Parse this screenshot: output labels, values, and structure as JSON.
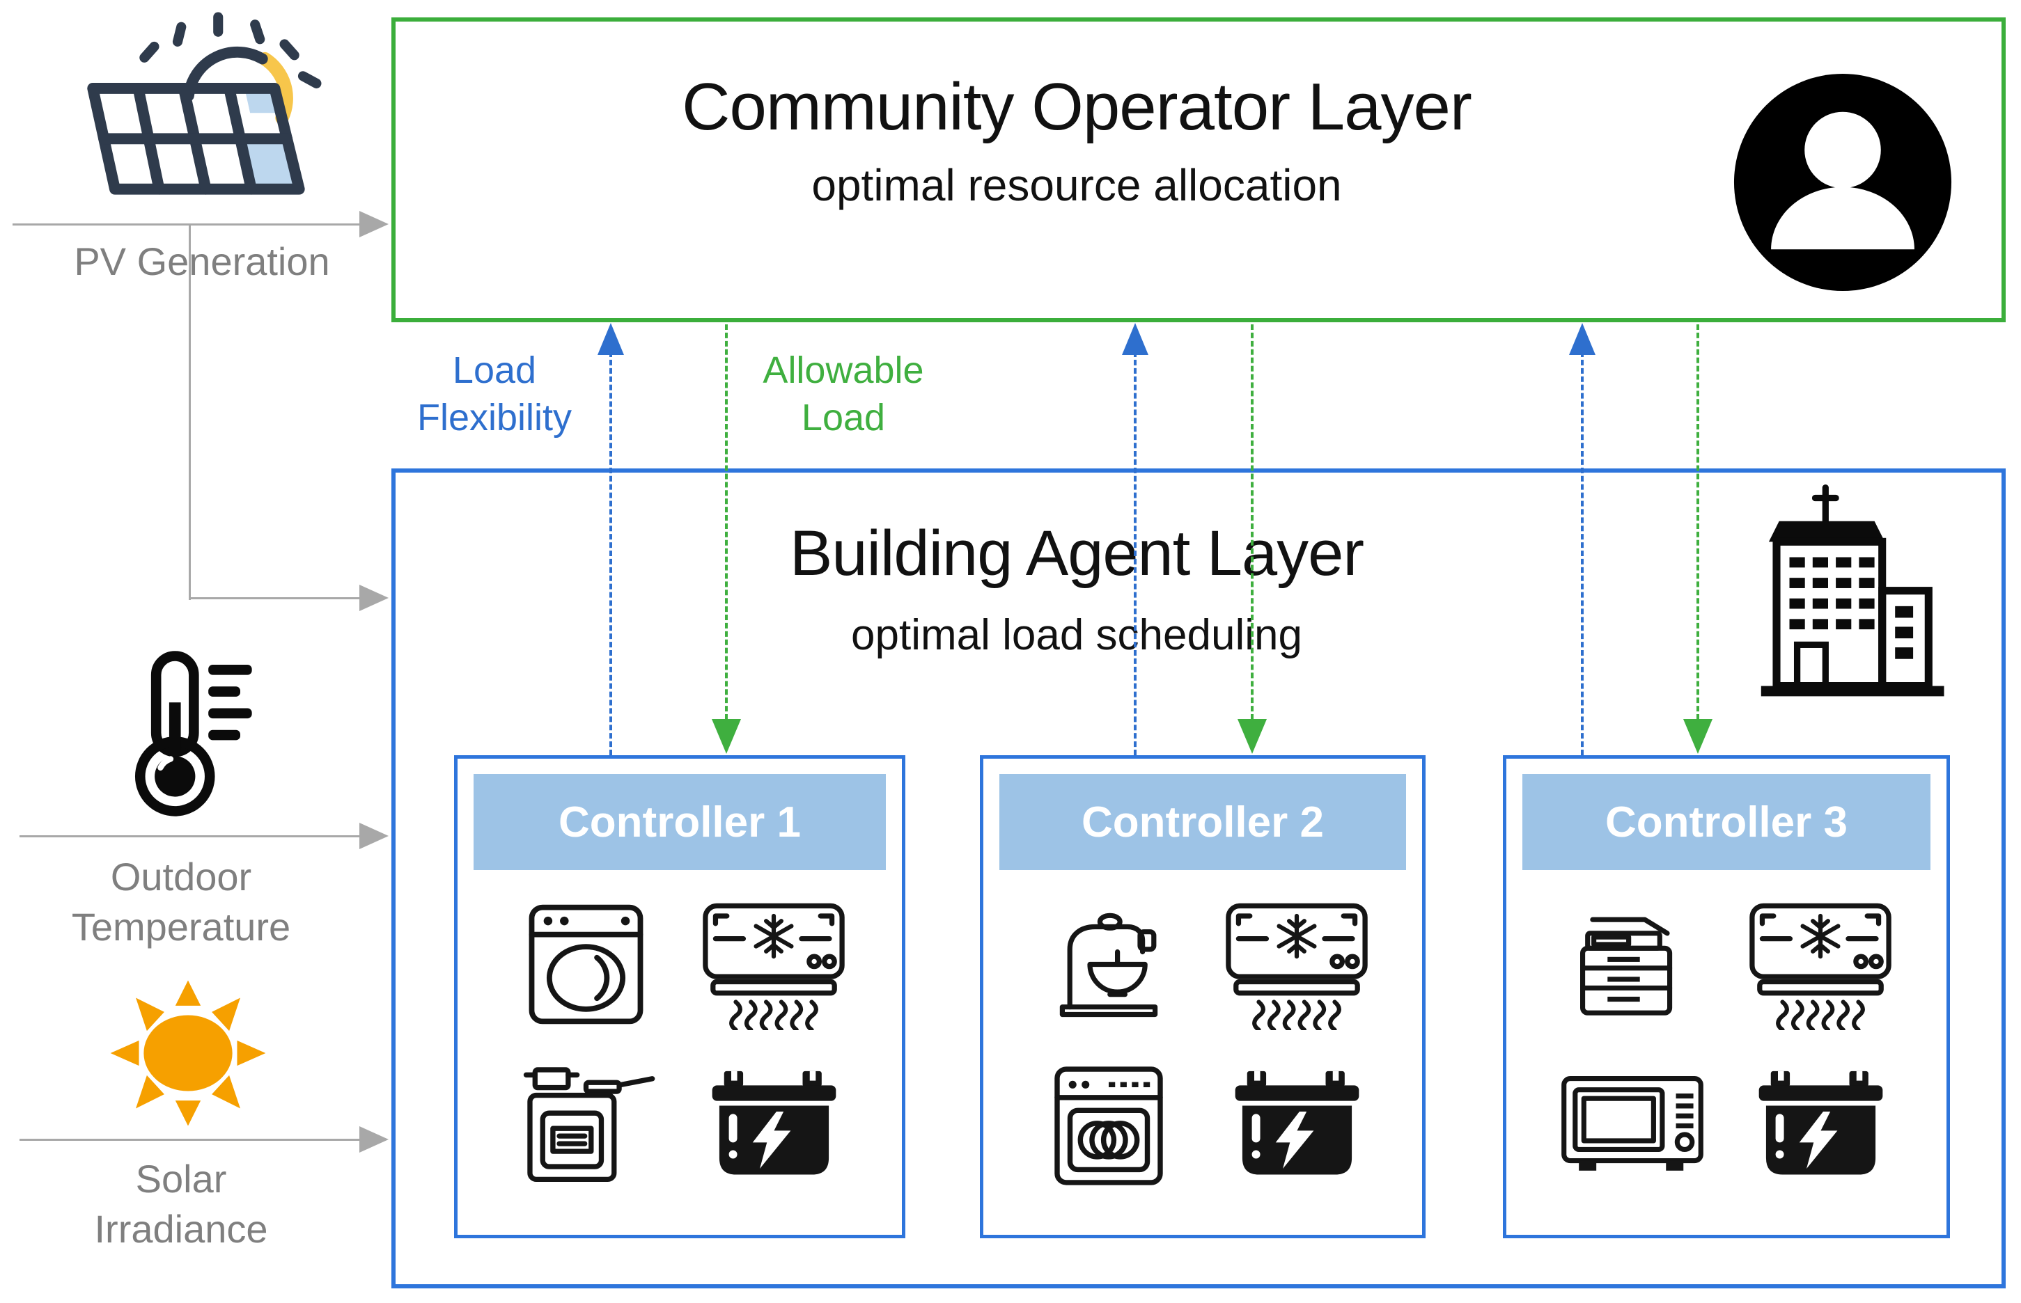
{
  "canvas": {
    "background": "#ffffff"
  },
  "community_layer": {
    "title": "Community Operator Layer",
    "subtitle": "optimal resource allocation",
    "border_color": "#3BAE3B",
    "icon": "person-icon"
  },
  "building_layer": {
    "title": "Building Agent Layer",
    "subtitle": "optimal load scheduling",
    "border_color": "#2E75DC",
    "icon": "building-icon"
  },
  "signals": {
    "up": {
      "label_line1": "Load",
      "label_line2": "Flexibility",
      "color": "#2E6FCE",
      "style": "dashed",
      "direction": "up"
    },
    "down": {
      "label_line1": "Allowable",
      "label_line2": "Load",
      "color": "#3FAF3F",
      "style": "dashed",
      "direction": "down"
    }
  },
  "controllers": [
    {
      "label": "Controller 1",
      "header_color": "#9DC3E6",
      "appliances": [
        "washing-machine",
        "air-conditioner",
        "stove",
        "battery"
      ]
    },
    {
      "label": "Controller 2",
      "header_color": "#9DC3E6",
      "appliances": [
        "stand-mixer",
        "air-conditioner",
        "dishwasher",
        "battery"
      ]
    },
    {
      "label": "Controller 3",
      "header_color": "#9DC3E6",
      "appliances": [
        "copier",
        "air-conditioner",
        "microwave",
        "battery"
      ]
    }
  ],
  "inputs": [
    {
      "icon": "solar-panel-icon",
      "label_line1": "PV Generation",
      "label_line2": ""
    },
    {
      "icon": "thermometer-icon",
      "label_line1": "Outdoor",
      "label_line2": "Temperature"
    },
    {
      "icon": "sun-icon",
      "label_line1": "Solar",
      "label_line2": "Irradiance"
    }
  ],
  "colors": {
    "gray_connector": "#A8A8A8",
    "gray_text": "#7F7F7F",
    "sun_orange": "#F6A000",
    "panel_slate": "#2F3B4C",
    "panel_blue": "#BDD7EE",
    "sun_arc_yellow": "#F7C64B"
  }
}
